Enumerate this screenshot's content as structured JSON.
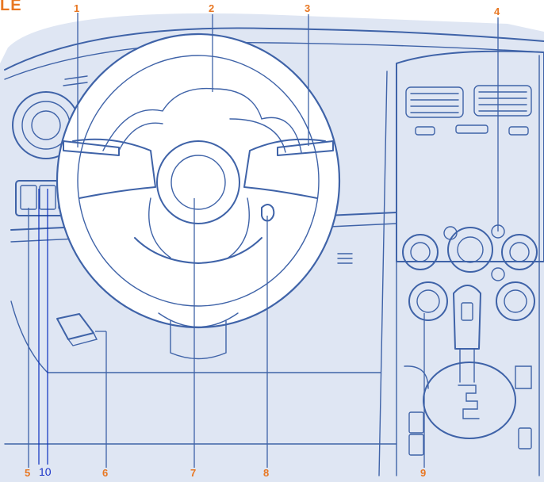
{
  "header": {
    "title": "LE"
  },
  "colors": {
    "background": "#ffffff",
    "panel_fill": "#dfe6f3",
    "line": "#3f63a8",
    "callout_orange": "#e87722",
    "callout_blue": "#1a33c8"
  },
  "callouts": {
    "c1": "1",
    "c2": "2",
    "c3": "3",
    "c4": "4",
    "c5": "5",
    "c6": "6",
    "c7": "7",
    "c8": "8",
    "c9": "9",
    "c10": "10"
  },
  "icons": {
    "steering_wheel": "steering-wheel-icon",
    "gear_lever": "gear-lever-icon",
    "air_vent": "air-vent-icon"
  }
}
